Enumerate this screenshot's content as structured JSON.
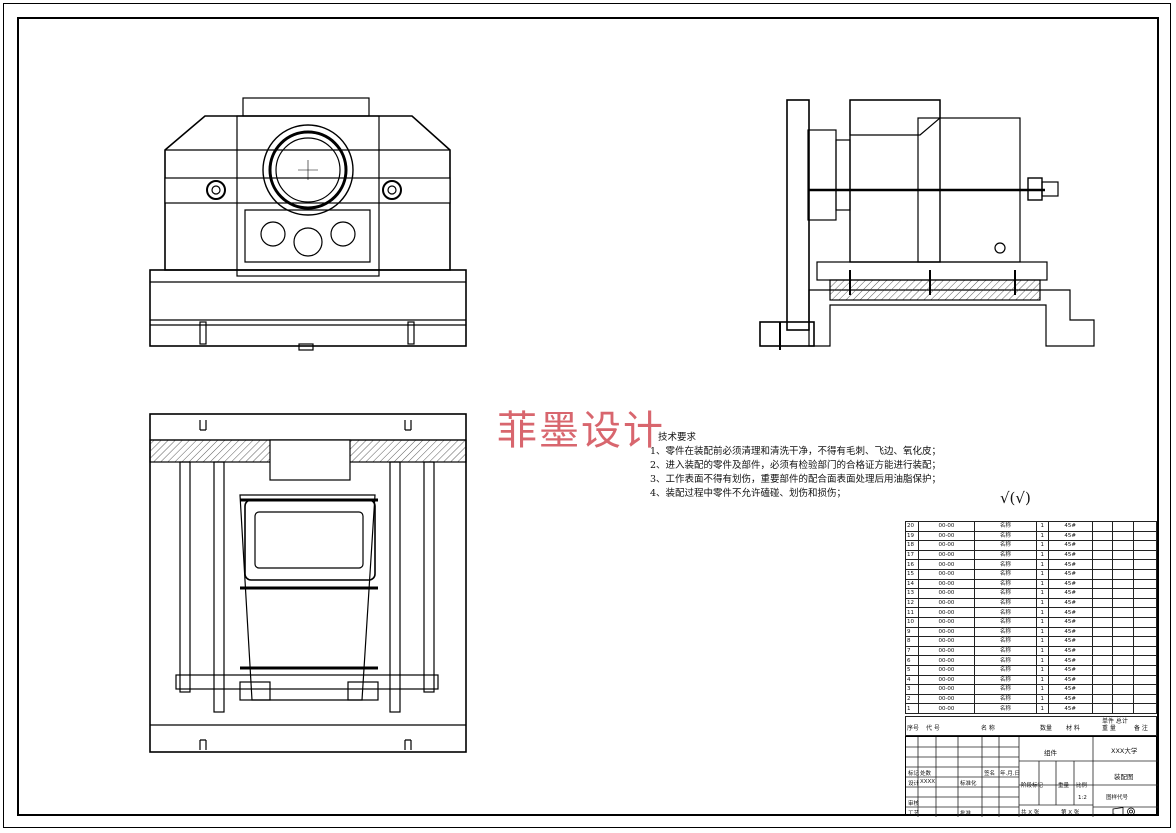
{
  "watermark": "菲墨设计",
  "tech_requirements": {
    "title": "技术要求",
    "items": [
      "1、零件在装配前必须清理和清洗干净，不得有毛刺、飞边、氧化皮；",
      "2、进入装配的零件及部件，必须有检验部门的合格证方能进行装配；",
      "3、工作表面不得有划伤，重要部件的配合面表面处理后用油脂保护；",
      "4、装配过程中零件不允许磕碰、划伤和损伤；"
    ]
  },
  "roughness_symbol": "√(√)",
  "bom": {
    "rows": [
      {
        "no": "20",
        "code": "00-00",
        "name": "名称",
        "qty": "1",
        "material": "45#"
      },
      {
        "no": "19",
        "code": "00-00",
        "name": "名称",
        "qty": "1",
        "material": "45#"
      },
      {
        "no": "18",
        "code": "00-00",
        "name": "名称",
        "qty": "1",
        "material": "45#"
      },
      {
        "no": "17",
        "code": "00-00",
        "name": "名称",
        "qty": "1",
        "material": "45#"
      },
      {
        "no": "16",
        "code": "00-00",
        "name": "名称",
        "qty": "1",
        "material": "45#"
      },
      {
        "no": "15",
        "code": "00-00",
        "name": "名称",
        "qty": "1",
        "material": "45#"
      },
      {
        "no": "14",
        "code": "00-00",
        "name": "名称",
        "qty": "1",
        "material": "45#"
      },
      {
        "no": "13",
        "code": "00-00",
        "name": "名称",
        "qty": "1",
        "material": "45#"
      },
      {
        "no": "12",
        "code": "00-00",
        "name": "名称",
        "qty": "1",
        "material": "45#"
      },
      {
        "no": "11",
        "code": "00-00",
        "name": "名称",
        "qty": "1",
        "material": "45#"
      },
      {
        "no": "10",
        "code": "00-00",
        "name": "名称",
        "qty": "1",
        "material": "45#"
      },
      {
        "no": "9",
        "code": "00-00",
        "name": "名称",
        "qty": "1",
        "material": "45#"
      },
      {
        "no": "8",
        "code": "00-00",
        "name": "名称",
        "qty": "1",
        "material": "45#"
      },
      {
        "no": "7",
        "code": "00-00",
        "name": "名称",
        "qty": "1",
        "material": "45#"
      },
      {
        "no": "6",
        "code": "00-00",
        "name": "名称",
        "qty": "1",
        "material": "45#"
      },
      {
        "no": "5",
        "code": "00-00",
        "name": "名称",
        "qty": "1",
        "material": "45#"
      },
      {
        "no": "4",
        "code": "00-00",
        "name": "名称",
        "qty": "1",
        "material": "45#"
      },
      {
        "no": "3",
        "code": "00-00",
        "name": "名称",
        "qty": "1",
        "material": "45#"
      },
      {
        "no": "2",
        "code": "00-00",
        "name": "名称",
        "qty": "1",
        "material": "45#"
      },
      {
        "no": "1",
        "code": "00-00",
        "name": "名称",
        "qty": "1",
        "material": "45#"
      }
    ],
    "header": {
      "no": "序号",
      "code": "代 号",
      "name": "名 称",
      "qty": "数量",
      "material": "材 料",
      "weight": "单件 总计 重 量",
      "remark": "备 注"
    }
  },
  "title_block": {
    "university": "XXX大学",
    "assembly": "组件",
    "drawing_type": "装配图",
    "drawing_number": "图样代号",
    "scale_label": "比例",
    "scale": "1:2",
    "weight_label": "重量",
    "stage_label": "阶段标记",
    "mark_label": "标记",
    "count_label": "处数",
    "sign_label": "签名",
    "date_label": "年.月.日",
    "design_label": "设计",
    "design_name": "XXXX",
    "standard_label": "标准化",
    "review_label": "审核",
    "process_label": "工艺",
    "approve_label": "批准",
    "sheets": "共 X 张",
    "sheet_no": "第 X 张"
  }
}
